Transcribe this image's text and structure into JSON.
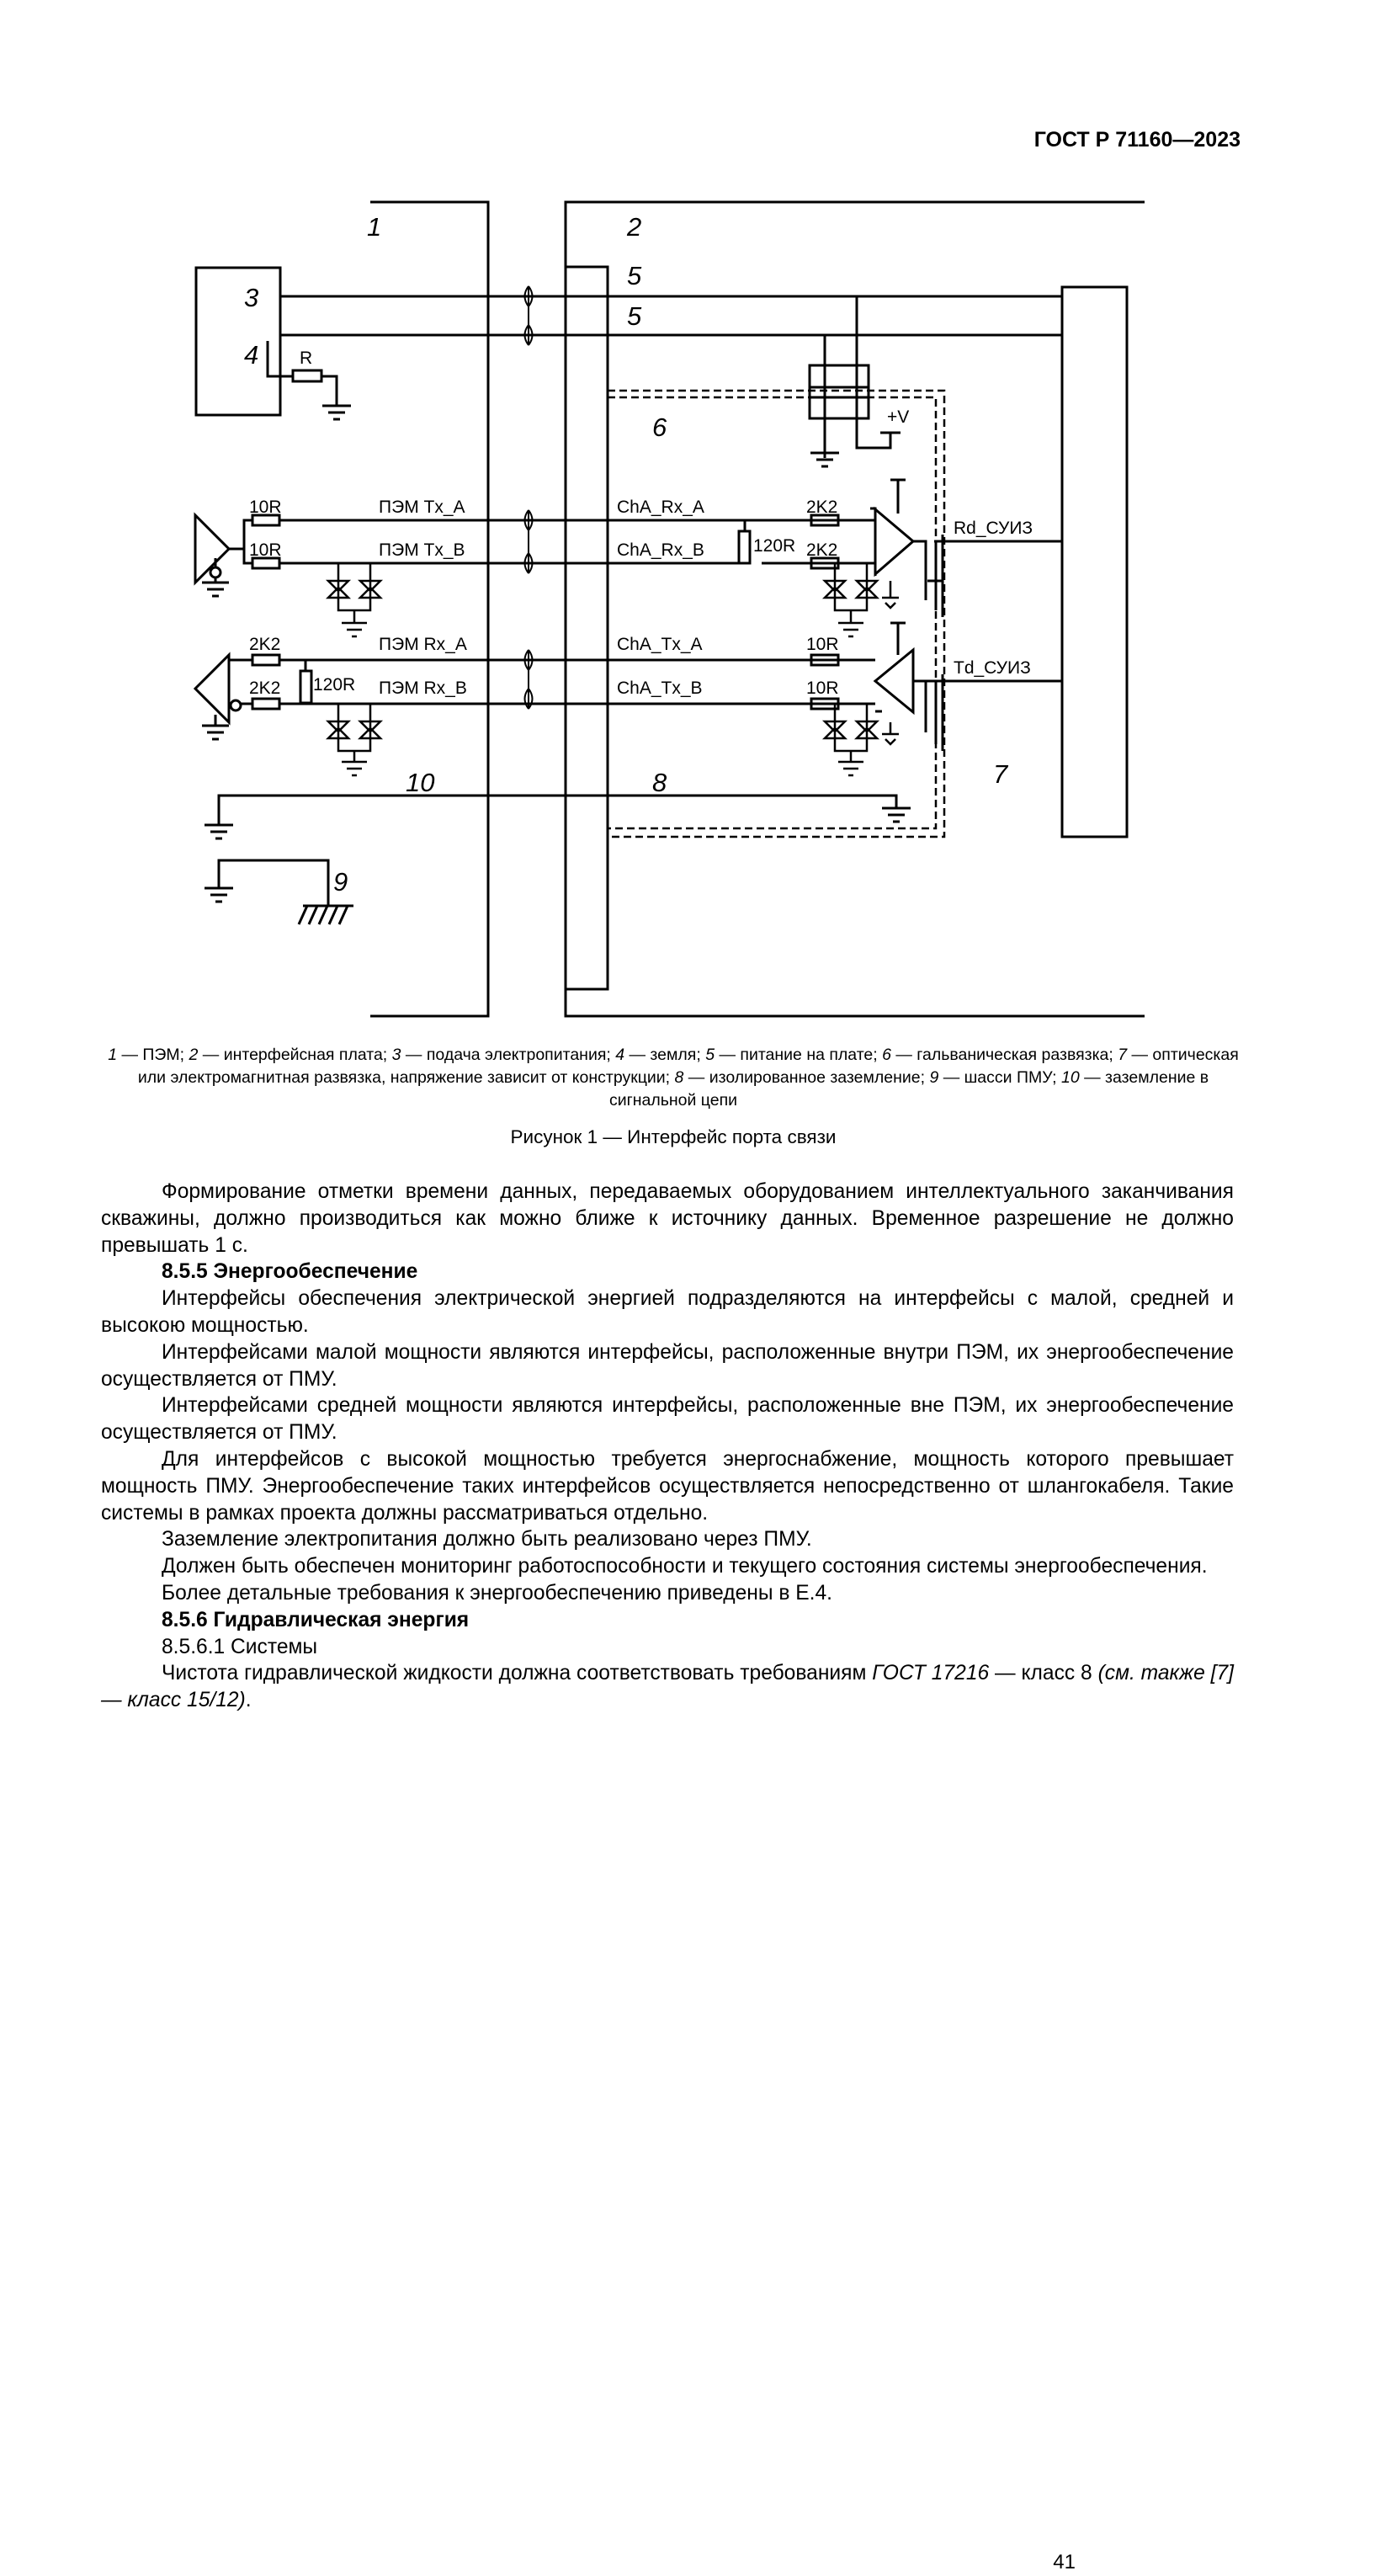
{
  "header": {
    "doc_code": "ГОСТ Р 71160—2023"
  },
  "diagram": {
    "callouts": {
      "n1": "1",
      "n2": "2",
      "n3": "3",
      "n4": "4",
      "n5a": "5",
      "n5b": "5",
      "n6": "6",
      "n7": "7",
      "n8": "8",
      "n9": "9",
      "n10": "10"
    },
    "labels": {
      "r": "R",
      "r10_top": "10R",
      "r10_bot": "10R",
      "pem_tx_a": "ПЭМ Tx_A",
      "pem_tx_b": "ПЭМ Tx_B",
      "cha_rx_a": "ChA_Rx_A",
      "cha_rx_b": "ChA_Rx_B",
      "r120_mid": "120R",
      "r2k2_rx_a": "2K2",
      "r2k2_rx_b": "2K2",
      "rd_suiz": "Rd_СУИЗ",
      "r2k2_left_a": "2K2",
      "r2k2_left_b": "2K2",
      "r120_left": "120R",
      "pem_rx_a": "ПЭМ Rx_A",
      "pem_rx_b": "ПЭМ Rx_B",
      "cha_tx_a": "ChA_Tx_A",
      "cha_tx_b": "ChA_Tx_B",
      "r10_tx_a": "10R",
      "r10_tx_b": "10R",
      "td_suiz": "Td_СУИЗ",
      "plus_v": "+V"
    }
  },
  "legend": {
    "i1": "1",
    "t1": " — ПЭМ; ",
    "i2": "2",
    "t2": " — интерфейсная плата; ",
    "i3": "3",
    "t3": " — подача электропитания; ",
    "i4": "4",
    "t4": " — земля; ",
    "i5": "5",
    "t5": " — питание на плате; ",
    "i6": "6",
    "t6": " — гальваническая развязка; ",
    "i7": "7",
    "t7": " — оптическая или электромагнитная развязка, напряжение зависит от конструкции; ",
    "i8": "8",
    "t8": " — изолированное заземление; ",
    "i9": "9",
    "t9": " — шасси ПМУ; ",
    "i10": "10",
    "t10": " — заземление в сигнальной цепи"
  },
  "caption": "Рисунок 1 — Интерфейс порта связи",
  "body": {
    "p1": "Формирование отметки времени данных, передаваемых оборудованием интеллектуального заканчивания скважины, должно производиться как можно ближе к источнику данных. Временное разрешение не должно превышать 1 с.",
    "h855": "8.5.5 Энергообеспечение",
    "p2": "Интерфейсы обеспечения электрической энергией подразделяются на интерфейсы с малой, средней и высокою мощностью.",
    "p3": "Интерфейсами малой мощности являются интерфейсы, расположенные внутри ПЭМ, их энергообеспечение осуществляется от ПМУ.",
    "p4": "Интерфейсами средней мощности являются интерфейсы, расположенные вне ПЭМ, их энергообеспечение осуществляется от ПМУ.",
    "p5": "Для интерфейсов с высокой мощностью требуется энергоснабжение, мощность которого превышает мощность ПМУ. Энергообеспечение таких интерфейсов осуществляется непосредственно от шлангокабеля. Такие системы в рамках проекта должны рассматриваться отдельно.",
    "p6": "Заземление электропитания должно быть реализовано через ПМУ.",
    "p7": "Должен быть обеспечен мониторинг работоспособности и текущего состояния системы энергообеспечения.",
    "p8": "Более детальные требования к энергообеспечению приведены в Е.4.",
    "h856": "8.5.6 Гидравлическая энергия",
    "p9": "8.5.6.1 Системы",
    "p10_a": "Чистота гидравлической жидкости должна соответствовать требованиям ",
    "p10_ref": "ГОСТ 17216",
    "p10_b": " — класс 8 ",
    "p10_c": "(см. также [7] — класс 15/12)",
    "p10_d": "."
  },
  "page_number": "41"
}
